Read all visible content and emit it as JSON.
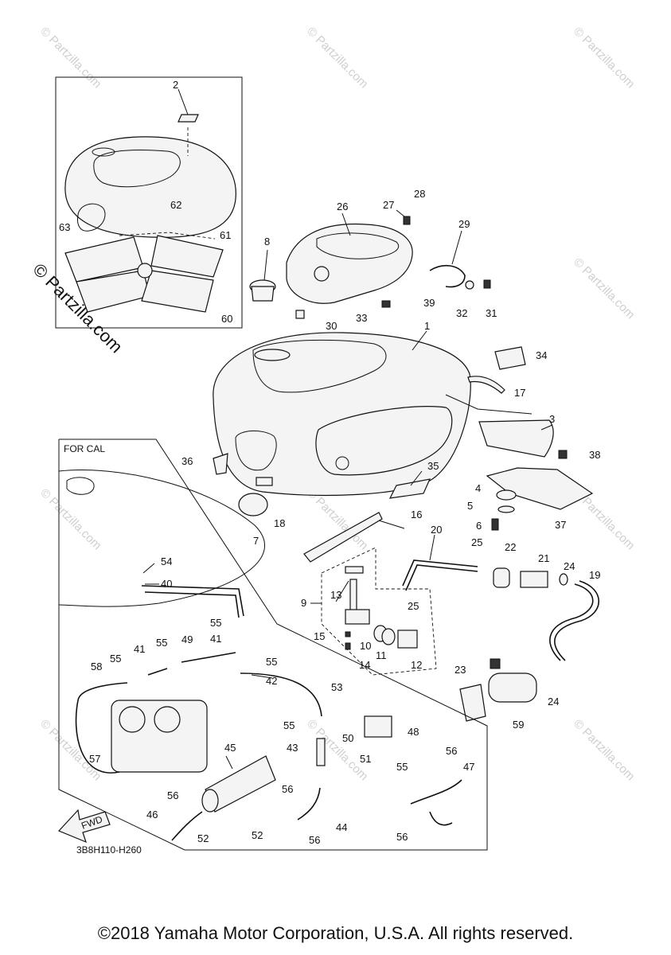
{
  "watermarks": {
    "main": "© Partzilla.com",
    "faint": "© Partzilla.com"
  },
  "inset": {
    "label": "FOR CAL"
  },
  "fwd_arrow": {
    "label": "FWD"
  },
  "figure_code": "3B8H110-H260",
  "copyright": "©2018 Yamaha Motor Corporation, U.S.A. All rights reserved.",
  "callouts": [
    {
      "id": "c2",
      "text": "2"
    },
    {
      "id": "c62",
      "text": "62"
    },
    {
      "id": "c63",
      "text": "63"
    },
    {
      "id": "c61",
      "text": "61"
    },
    {
      "id": "c60",
      "text": "60"
    },
    {
      "id": "c26",
      "text": "26"
    },
    {
      "id": "c27",
      "text": "27"
    },
    {
      "id": "c28",
      "text": "28"
    },
    {
      "id": "c29",
      "text": "29"
    },
    {
      "id": "c8",
      "text": "8"
    },
    {
      "id": "c30",
      "text": "30"
    },
    {
      "id": "c39",
      "text": "39"
    },
    {
      "id": "c32",
      "text": "32"
    },
    {
      "id": "c31",
      "text": "31"
    },
    {
      "id": "c33",
      "text": "33"
    },
    {
      "id": "c1",
      "text": "1"
    },
    {
      "id": "c34",
      "text": "34"
    },
    {
      "id": "c17",
      "text": "17"
    },
    {
      "id": "c3",
      "text": "3"
    },
    {
      "id": "c38",
      "text": "38"
    },
    {
      "id": "c36",
      "text": "36"
    },
    {
      "id": "c35",
      "text": "35"
    },
    {
      "id": "c4",
      "text": "4"
    },
    {
      "id": "c5",
      "text": "5"
    },
    {
      "id": "c37",
      "text": "37"
    },
    {
      "id": "c6",
      "text": "6"
    },
    {
      "id": "c7",
      "text": "7"
    },
    {
      "id": "c18",
      "text": "18"
    },
    {
      "id": "c16",
      "text": "16"
    },
    {
      "id": "c20",
      "text": "20"
    },
    {
      "id": "c25a",
      "text": "25"
    },
    {
      "id": "c22",
      "text": "22"
    },
    {
      "id": "c21",
      "text": "21"
    },
    {
      "id": "c24a",
      "text": "24"
    },
    {
      "id": "c19",
      "text": "19"
    },
    {
      "id": "c54",
      "text": "54"
    },
    {
      "id": "c40",
      "text": "40"
    },
    {
      "id": "c13",
      "text": "13"
    },
    {
      "id": "c9",
      "text": "9"
    },
    {
      "id": "c25b",
      "text": "25"
    },
    {
      "id": "c55a",
      "text": "55"
    },
    {
      "id": "c41a",
      "text": "41"
    },
    {
      "id": "c15",
      "text": "15"
    },
    {
      "id": "c10",
      "text": "10"
    },
    {
      "id": "c11",
      "text": "11"
    },
    {
      "id": "c12",
      "text": "12"
    },
    {
      "id": "c14",
      "text": "14"
    },
    {
      "id": "c41b",
      "text": "41"
    },
    {
      "id": "c55b",
      "text": "55"
    },
    {
      "id": "c49",
      "text": "49"
    },
    {
      "id": "c58",
      "text": "58"
    },
    {
      "id": "c55c",
      "text": "55"
    },
    {
      "id": "c55d",
      "text": "55"
    },
    {
      "id": "c42",
      "text": "42"
    },
    {
      "id": "c23",
      "text": "23"
    },
    {
      "id": "c24b",
      "text": "24"
    },
    {
      "id": "c53",
      "text": "53"
    },
    {
      "id": "c59",
      "text": "59"
    },
    {
      "id": "c55e",
      "text": "55"
    },
    {
      "id": "c48",
      "text": "48"
    },
    {
      "id": "c45",
      "text": "45"
    },
    {
      "id": "c43",
      "text": "43"
    },
    {
      "id": "c50",
      "text": "50"
    },
    {
      "id": "c51",
      "text": "51"
    },
    {
      "id": "c56a",
      "text": "56"
    },
    {
      "id": "c47",
      "text": "47"
    },
    {
      "id": "c57",
      "text": "57"
    },
    {
      "id": "c55f",
      "text": "55"
    },
    {
      "id": "c56b",
      "text": "56"
    },
    {
      "id": "c56c",
      "text": "56"
    },
    {
      "id": "c46",
      "text": "46"
    },
    {
      "id": "c44",
      "text": "44"
    },
    {
      "id": "c56d",
      "text": "56"
    },
    {
      "id": "c56e",
      "text": "56"
    },
    {
      "id": "c52a",
      "text": "52"
    },
    {
      "id": "c52b",
      "text": "52"
    }
  ]
}
